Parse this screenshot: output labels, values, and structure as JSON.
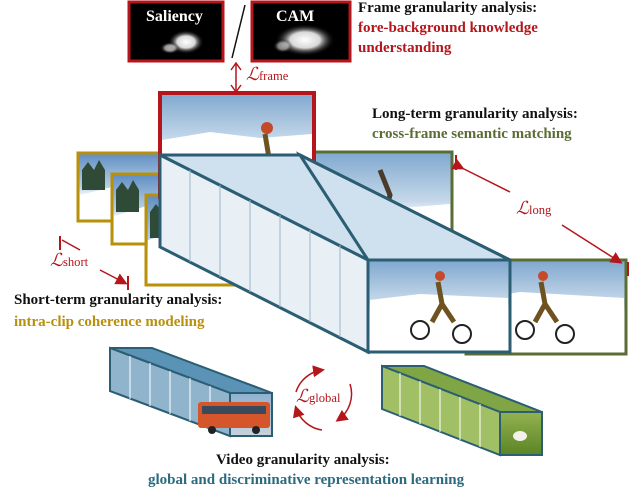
{
  "saliency_label": "Saliency",
  "cam_label": "CAM",
  "slash": "/",
  "frame": {
    "title": "Frame granularity analysis:",
    "subtitle_line1": "fore-background knowledge",
    "subtitle_line2": "understanding",
    "loss_main": "ℒ",
    "loss_sub": "frame"
  },
  "long": {
    "title": "Long-term granularity analysis:",
    "subtitle": "cross-frame semantic matching",
    "loss_main": "ℒ",
    "loss_sub": "long"
  },
  "short": {
    "title": "Short-term granularity analysis:",
    "subtitle": "intra-clip coherence modeling",
    "loss_main": "ℒ",
    "loss_sub": "short"
  },
  "video": {
    "title": "Video granularity analysis:",
    "subtitle": "global and discriminative representation learning",
    "loss_main": "ℒ",
    "loss_sub": "global"
  },
  "colors": {
    "red": "#b5161b",
    "gold": "#b8900a",
    "green": "#5a6e34",
    "teal": "#2c6a80",
    "cube": "#2b5d73"
  }
}
